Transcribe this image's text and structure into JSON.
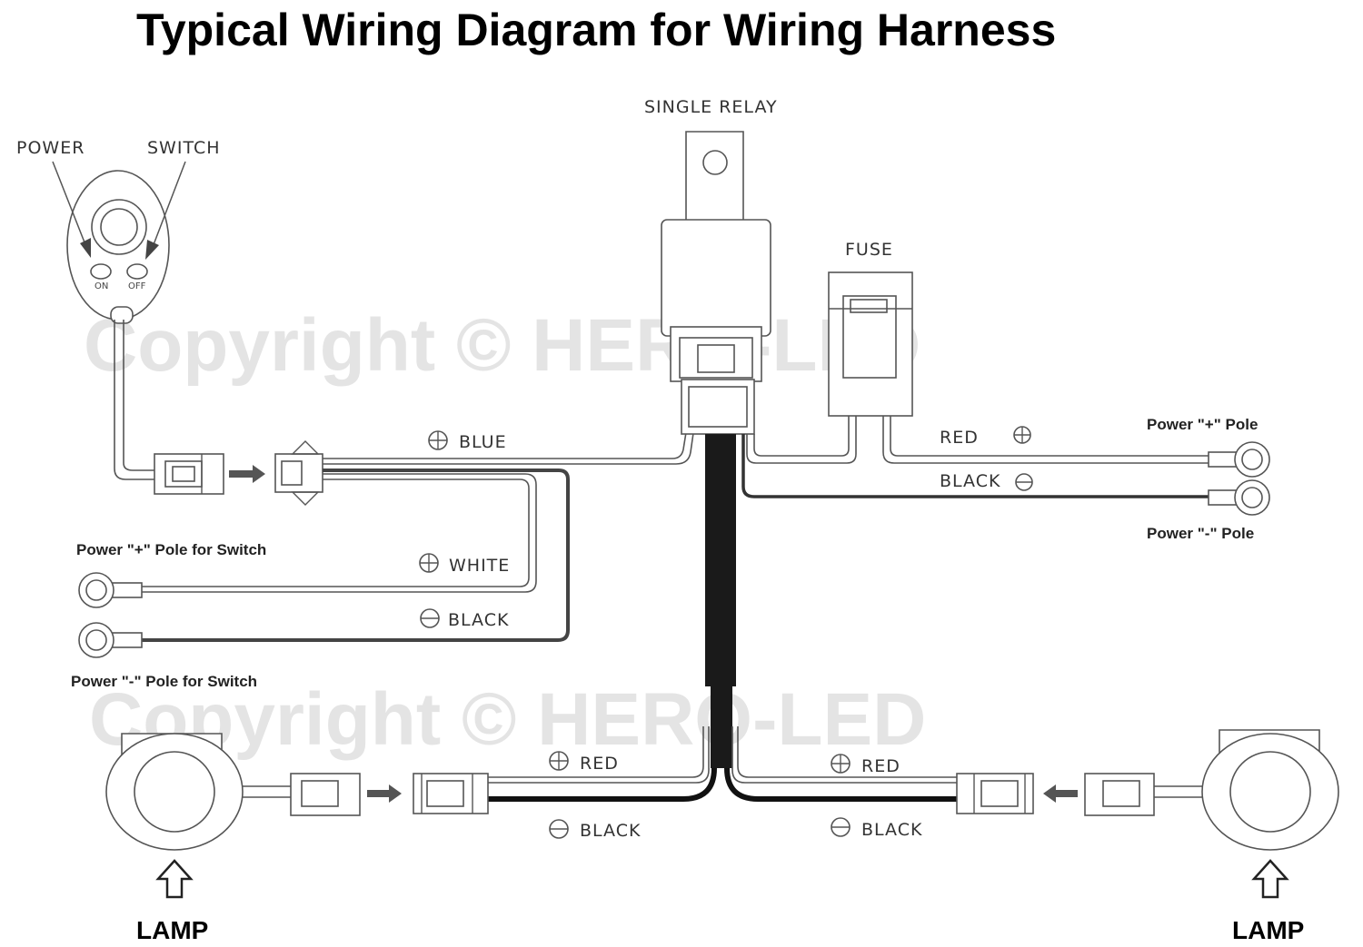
{
  "title": "Typical Wiring Diagram for Wiring Harness",
  "watermark": "Copyright © HERO-LED",
  "switch": {
    "power_label": "POWER",
    "switch_label": "SWITCH",
    "on_label": "ON",
    "off_label": "OFF"
  },
  "relay": {
    "label": "SINGLE RELAY"
  },
  "fuse": {
    "label": "FUSE"
  },
  "wires": {
    "blue": "BLUE",
    "red_fuse": "RED",
    "black_battery": "BLACK",
    "white": "WHITE",
    "black_switch": "BLACK",
    "red_left_lamp": "RED",
    "black_left_lamp": "BLACK",
    "red_right_lamp": "RED",
    "black_right_lamp": "BLACK"
  },
  "poles": {
    "battery_positive": "Power \"+\" Pole",
    "battery_negative": "Power \"-\" Pole",
    "switch_positive": "Power \"+\" Pole for Switch",
    "switch_negative": "Power \"-\" Pole for Switch"
  },
  "lamps": {
    "left": "LAMP",
    "right": "LAMP"
  },
  "colors": {
    "ink": "#000000",
    "line": "#555555",
    "watermark": "#e4e4e4"
  }
}
